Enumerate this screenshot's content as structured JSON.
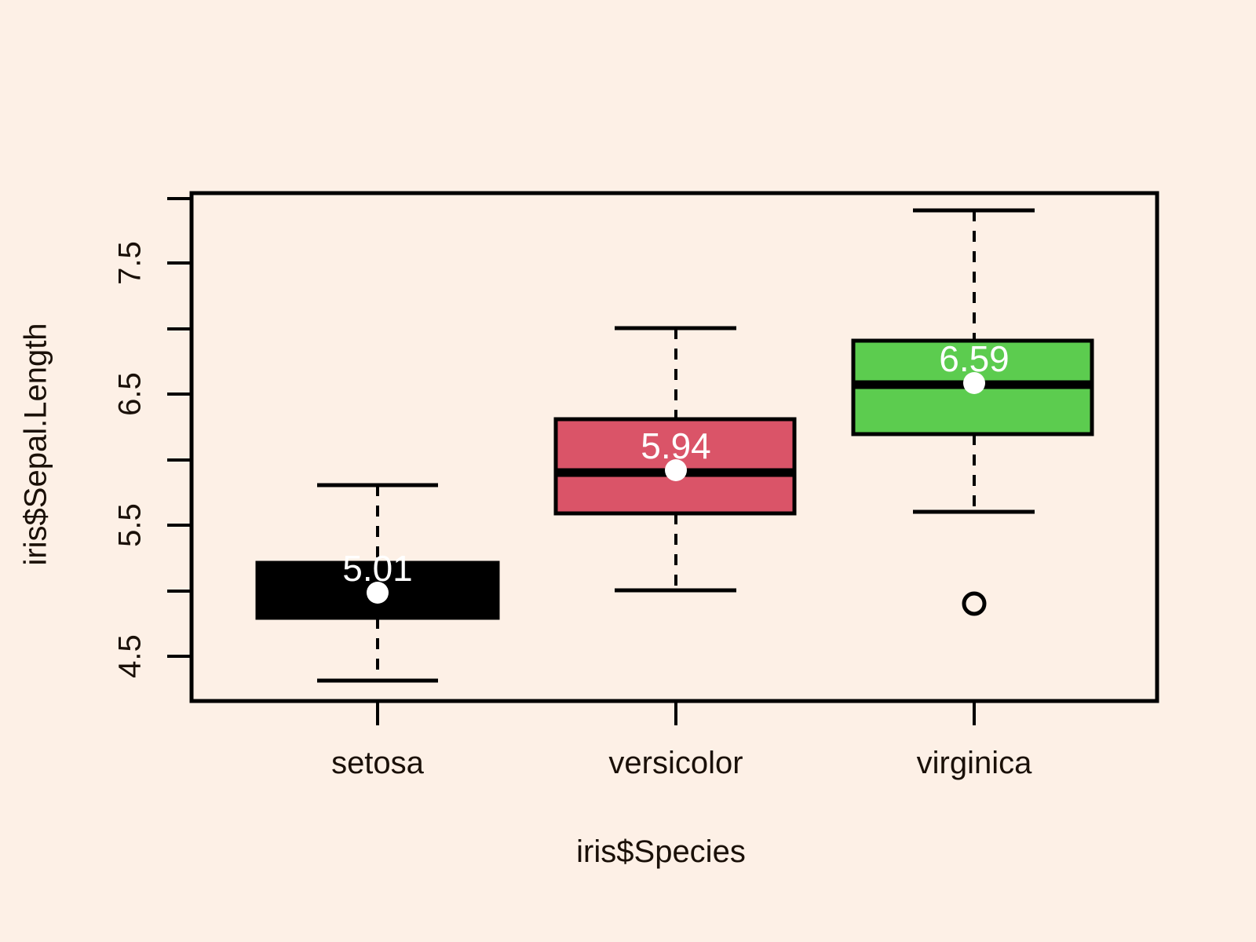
{
  "chart_data": {
    "type": "box",
    "title": "",
    "xlabel": "iris$Species",
    "ylabel": "iris$Sepal.Length",
    "categories": [
      "setosa",
      "versicolor",
      "virginica"
    ],
    "ytick_labels": [
      "4.5",
      "5.5",
      "6.5",
      "7.5"
    ],
    "ytick_values": [
      4.5,
      5.5,
      6.5,
      7.5
    ],
    "yminor_ticks": [
      4.25,
      5.0,
      6.0,
      7.0,
      7.75
    ],
    "ylim": [
      4.1,
      8.05
    ],
    "grid": false,
    "legend": false,
    "box_colors": [
      "#000000",
      "#da5468",
      "#5ccc4f"
    ],
    "mean_marker_color": "#ffffff",
    "mean_labels": [
      "5.01",
      "5.94",
      "6.59"
    ],
    "series": [
      {
        "name": "setosa",
        "color": "#000000",
        "min_whisker": 4.3,
        "q1": 4.8,
        "median": 5.0,
        "q3": 5.2,
        "max_whisker": 5.8,
        "mean": 5.01,
        "mean_label": "5.01",
        "outliers": []
      },
      {
        "name": "versicolor",
        "color": "#da5468",
        "min_whisker": 4.9,
        "q1": 5.6,
        "median": 5.9,
        "q3": 6.3,
        "max_whisker": 7.0,
        "mean": 5.94,
        "mean_label": "5.94",
        "outliers": []
      },
      {
        "name": "virginica",
        "color": "#5ccc4f",
        "min_whisker": 5.6,
        "q1": 6.2,
        "median": 6.5,
        "q3": 6.9,
        "max_whisker": 7.9,
        "mean": 6.59,
        "mean_label": "6.59",
        "outliers": [
          4.9
        ]
      }
    ]
  },
  "axes": {
    "y_title": "iris$Sepal.Length",
    "x_title": "iris$Species",
    "y_ticks": [
      {
        "label": "4.5"
      },
      {
        "label": "5.5"
      },
      {
        "label": "6.5"
      },
      {
        "label": "7.5"
      }
    ],
    "x_ticks": [
      {
        "label": "setosa"
      },
      {
        "label": "versicolor"
      },
      {
        "label": "virginica"
      }
    ]
  },
  "annotations": {
    "mean_setosa": "5.01",
    "mean_versicolor": "5.94",
    "mean_virginica": "6.59"
  },
  "colors": {
    "background": "#fdf0e6",
    "foreground": "#000000",
    "setosa": "#000000",
    "versicolor": "#da5468",
    "virginica": "#5ccc4f",
    "mean_point": "#ffffff"
  }
}
